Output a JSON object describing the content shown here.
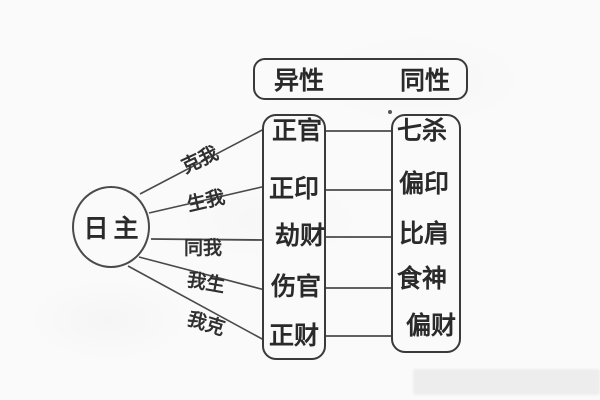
{
  "diagram": {
    "title_semantic": "Ba Zi Ten Gods relation chart",
    "day_master": "日主",
    "header": {
      "left": "异性",
      "right": "同性"
    },
    "relations": [
      "克我",
      "生我",
      "同我",
      "我生",
      "我克"
    ],
    "opposite_column": [
      "正官",
      "正印",
      "劫财",
      "伤官",
      "正财"
    ],
    "same_column": [
      "七杀",
      "偏印",
      "比肩",
      "食神",
      "偏财"
    ],
    "colors": {
      "background": "#fbfafa",
      "line": "#4a4a4a",
      "border": "#3a3a3a",
      "text": "#2a2a2a",
      "artifact": "#ededee"
    }
  }
}
